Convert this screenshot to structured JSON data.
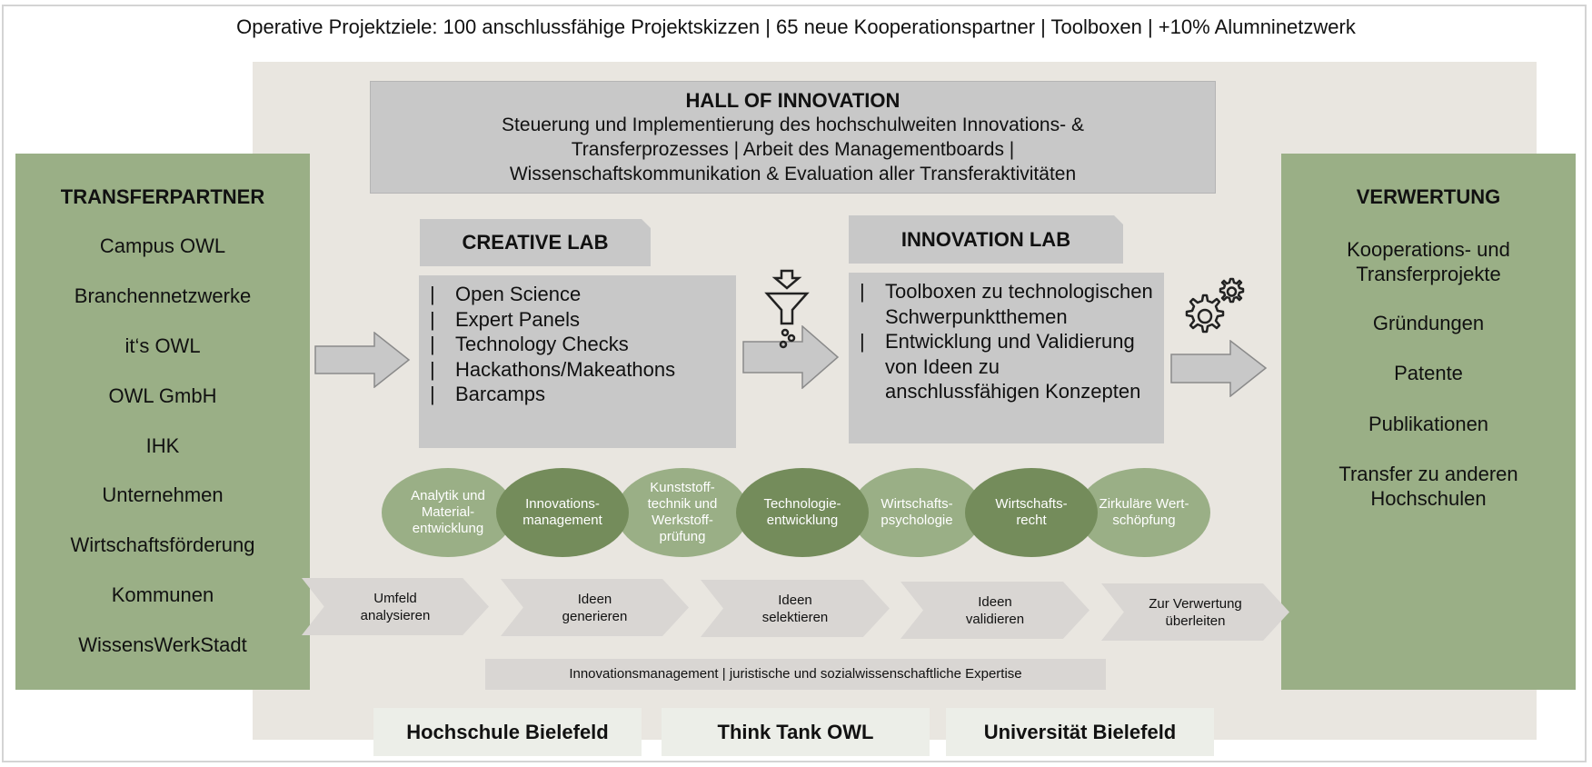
{
  "header": {
    "title": "Operative Projektziele: 100 anschlussfähige Projektskizzen | 65 neue Kooperationspartner | Toolboxen | +10% Alumninetzwerk"
  },
  "hall": {
    "title": "HALL OF INNOVATION",
    "lines": [
      "Steuerung und Implementierung des hochschulweiten Innovations- &",
      "Transferprozesses |  Arbeit des Managementboards |",
      "Wissenschaftskommunikation & Evaluation aller Transferaktivitäten"
    ]
  },
  "left": {
    "title": "TRANSFERPARTNER",
    "items": [
      "Campus OWL",
      "Branchennetzwerke",
      "it‘s OWL",
      "OWL GmbH",
      "IHK",
      "Unternehmen",
      "Wirtschaftsförderung",
      "Kommunen",
      "WissensWerkStadt"
    ]
  },
  "right": {
    "title": "VERWERTUNG",
    "items": [
      "Kooperations- und Transferprojekte",
      "Gründungen",
      "Patente",
      "Publikationen",
      "Transfer zu anderen Hochschulen"
    ]
  },
  "creative": {
    "title": "CREATIVE LAB",
    "items": [
      "Open Science",
      "Expert Panels",
      "Technology Checks",
      "Hackathons/Makeathons",
      "Barcamps"
    ]
  },
  "innovation": {
    "title": "INNOVATION LAB",
    "items": [
      "Toolboxen zu technologischen Schwerpunktthemen",
      "Entwicklung und Validierung von Ideen zu anschlussfähigen Konzepten"
    ]
  },
  "bullet": "|",
  "circles": [
    "Analytik und\nMaterial-\nentwicklung",
    "Innovations-\nmanagement",
    "Kunststoff-\ntechnik und\nWerkstoff-\nprüfung",
    "Technologie-\nentwicklung",
    "Wirtschafts-\npsychologie",
    "Wirtschafts-\nrecht",
    "Zirkuläre Wert-\nschöpfung"
  ],
  "steps": [
    "Umfeld\nanalysieren",
    "Ideen\ngenerieren",
    "Ideen\nselektieren",
    "Ideen\nvalidieren",
    "Zur Verwertung\nüberleiten"
  ],
  "bottom_bar": "Innovationsmanagement | juristische und sozialwissenschaftliche Expertise",
  "institutions": [
    "Hochschule Bielefeld",
    "Think Tank OWL",
    "Universität Bielefeld"
  ],
  "colors": {
    "green_light": "#9aaf86",
    "green_dark": "#748c5b",
    "beige": "#e9e6e0",
    "gray": "#c8c8c8"
  }
}
